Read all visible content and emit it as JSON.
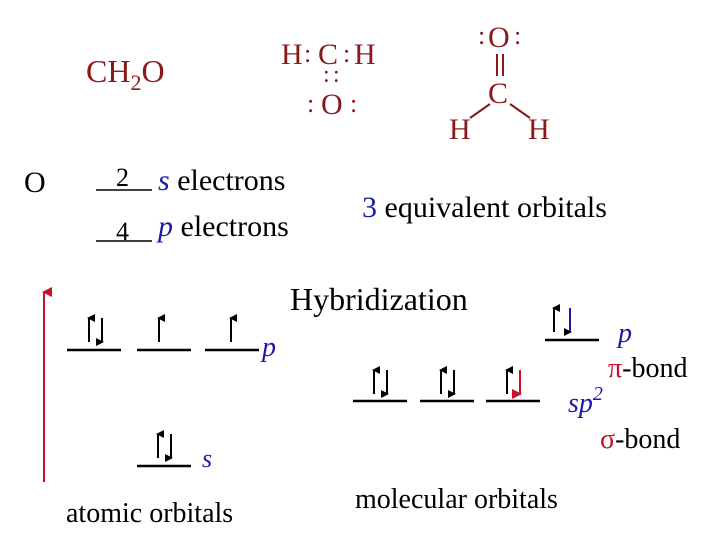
{
  "formula": {
    "base": "CH",
    "sub": "2",
    "tail": "O"
  },
  "lewis": {
    "h_left": "H",
    "c": "C",
    "h_right": "H",
    "o": "O",
    "pair": ":",
    "bond_pair": ":",
    "lone_vertical": ":"
  },
  "structure": {
    "o": "O",
    "c": "C",
    "h_left": "H",
    "h_right": "H",
    "lone": ":"
  },
  "atom": "O",
  "electrons": {
    "s_count": "2",
    "s_letter": "s",
    "s_text": " electrons",
    "p_count": "4",
    "p_letter": "p",
    "p_text": " electrons"
  },
  "equivalent": {
    "number": "3",
    "text": " equivalent orbitals"
  },
  "hybridization": "Hybridization",
  "atomic": {
    "p_label": "p",
    "s_label": "s",
    "caption": "atomic orbitals"
  },
  "molecular": {
    "p_label": "p",
    "pi_symbol": "π",
    "pi_text": "-bond",
    "sp_base": "sp",
    "sp_sup": "2",
    "sigma_symbol": "σ",
    "sigma_text": "-bond",
    "caption": "molecular orbitals"
  },
  "colors": {
    "text": "#000000",
    "accent_blue": "#1a1aa6",
    "accent_red": "#c8102e",
    "lewis": "#8a1a1a"
  }
}
